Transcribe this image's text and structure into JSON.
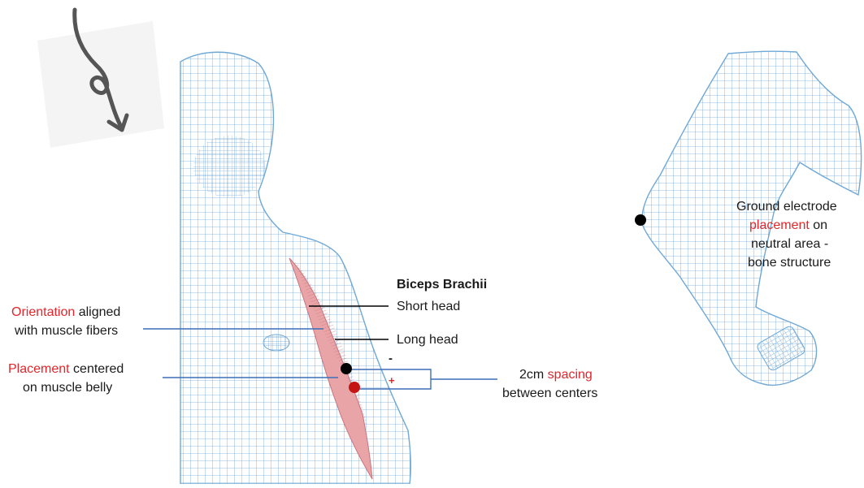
{
  "colors": {
    "mesh": "#6fa8d6",
    "muscle": "#e9a4a8",
    "highlight": "#e0262b",
    "leader": "#3d6fb8",
    "electrode_neg": "#000000",
    "electrode_pos": "#c41414"
  },
  "icons": {
    "arrow": "curly-arrow-icon"
  },
  "muscle": {
    "title": "Biceps Brachii",
    "short_head": "Short head",
    "long_head": "Long head"
  },
  "orientation": {
    "highlight": "Orientation",
    "rest": " aligned",
    "line2": "with muscle fibers"
  },
  "placement": {
    "highlight": "Placement",
    "rest": " centered",
    "line2": "on muscle belly"
  },
  "spacing": {
    "pre": "2cm ",
    "highlight": "spacing",
    "line2": "between centers"
  },
  "signs": {
    "negative": "-",
    "positive": "+"
  },
  "ground": {
    "line1": "Ground electrode",
    "highlight": "placement",
    "rest": " on",
    "line3": "neutral area -",
    "line4": "bone structure"
  }
}
